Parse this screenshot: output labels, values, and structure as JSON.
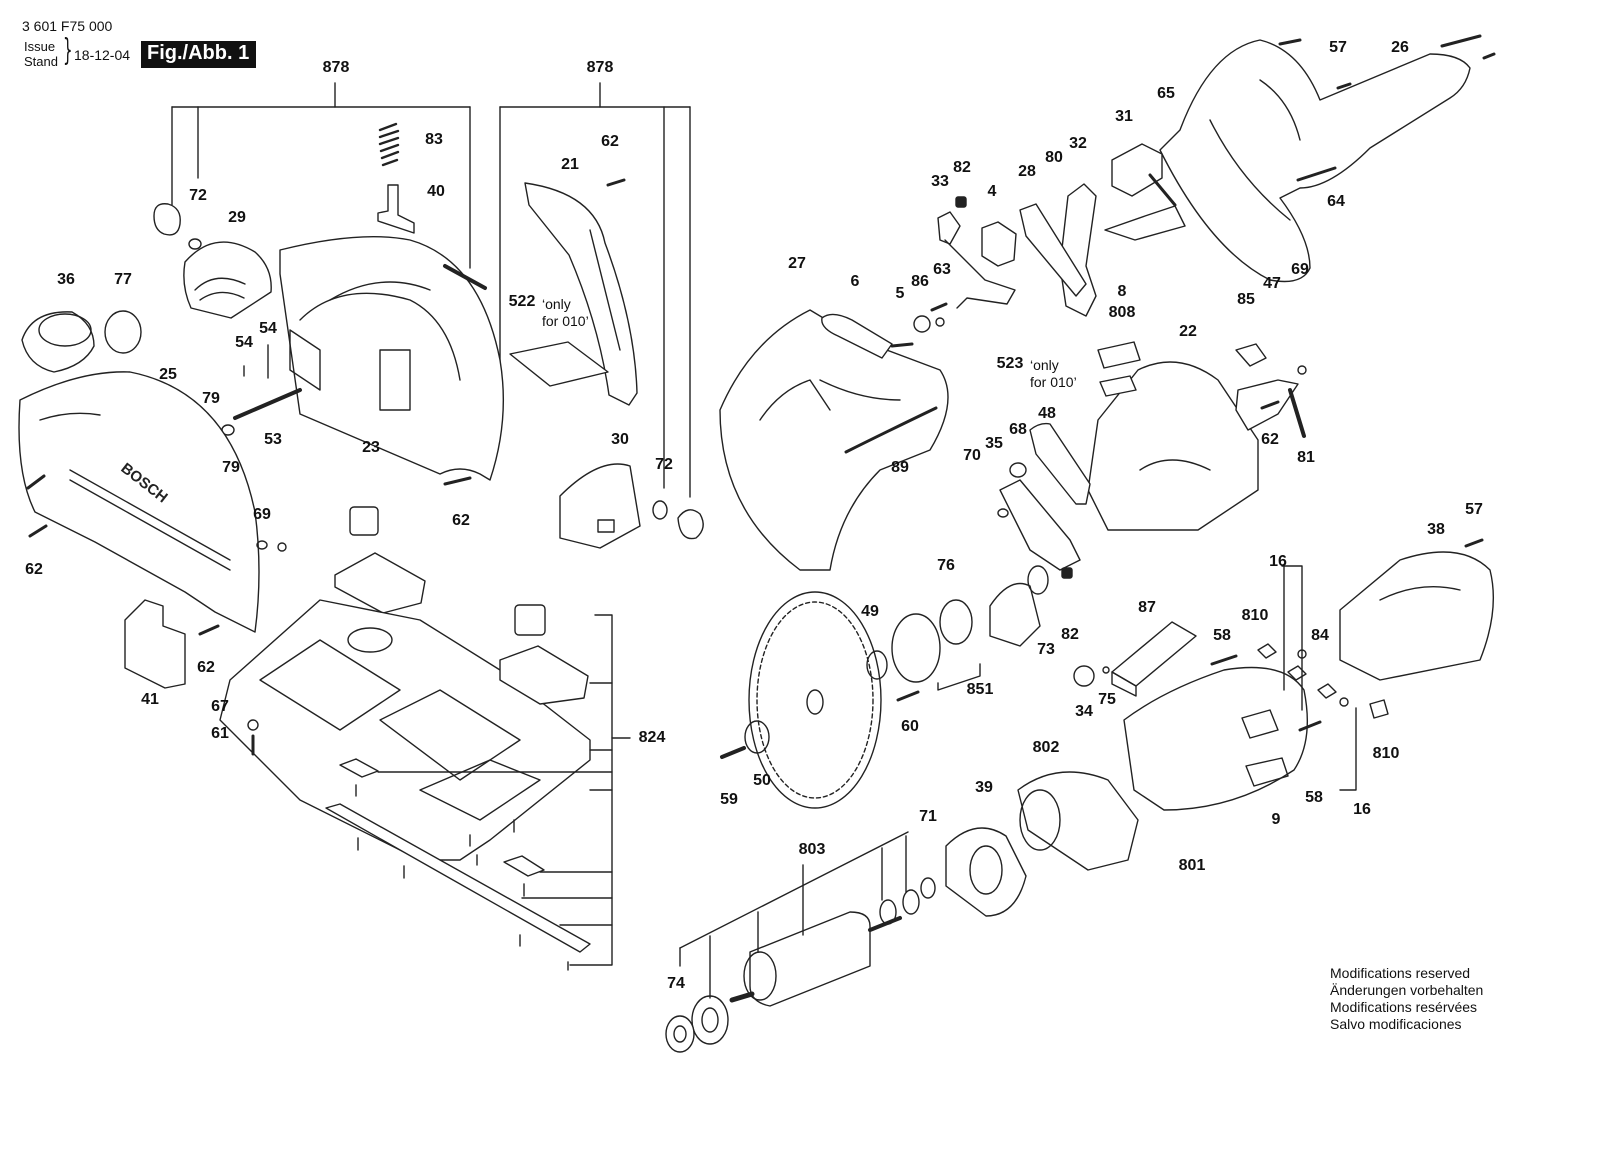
{
  "header": {
    "document_number": "3 601 F75 000",
    "issue_label": "Issue",
    "stand_label": "Stand",
    "issue_date": "18-12-04",
    "figure_label": "Fig./Abb. 1"
  },
  "footer": {
    "modifications": [
      "Modifications reserved",
      "Änderungen vorbehalten",
      "Modifications resérvées",
      "Salvo modificaciones"
    ]
  },
  "brand_mark": "BOSCH",
  "notes": {
    "n522_line1": "‘only",
    "n522_line2": "for 010’",
    "n523_line1": "‘only",
    "n523_line2": "for 010’"
  },
  "part_labels": {
    "p878a": "878",
    "p878b": "878",
    "p83": "83",
    "p40": "40",
    "p72a": "72",
    "p29": "29",
    "p62a": "62",
    "p21": "21",
    "p36": "36",
    "p77": "77",
    "p54a": "54",
    "p54b": "54",
    "p522": "522",
    "p25": "25",
    "p79a": "79",
    "p79b": "79",
    "p53": "53",
    "p23": "23",
    "p30": "30",
    "p72b": "72",
    "p62b": "62",
    "p69a": "69",
    "p62c": "62",
    "p62d": "62",
    "p41": "41",
    "p67": "67",
    "p61": "61",
    "p824": "824",
    "p57a": "57",
    "p26": "26",
    "p65": "65",
    "p31": "31",
    "p32": "32",
    "p80": "80",
    "p33": "33",
    "p82a": "82",
    "p28": "28",
    "p4": "4",
    "p64": "64",
    "p27": "27",
    "p6": "6",
    "p5": "5",
    "p86": "86",
    "p63": "63",
    "p8": "8",
    "p808": "808",
    "p85": "85",
    "p47": "47",
    "p69b": "69",
    "p523": "523",
    "p22": "22",
    "p62e": "62",
    "p81": "81",
    "p89": "89",
    "p70": "70",
    "p35": "35",
    "p68": "68",
    "p48": "48",
    "p57b": "57",
    "p38": "38",
    "p76": "76",
    "p49": "49",
    "p73": "73",
    "p82b": "82",
    "p16a": "16",
    "p810a": "810",
    "p87": "87",
    "p58a": "58",
    "p84": "84",
    "p851": "851",
    "p60": "60",
    "p34": "34",
    "p75": "75",
    "p50": "50",
    "p59": "59",
    "p802": "802",
    "p39": "39",
    "p71": "71",
    "p803": "803",
    "p9": "9",
    "p58b": "58",
    "p810b": "810",
    "p16b": "16",
    "p801": "801",
    "p74": "74"
  }
}
